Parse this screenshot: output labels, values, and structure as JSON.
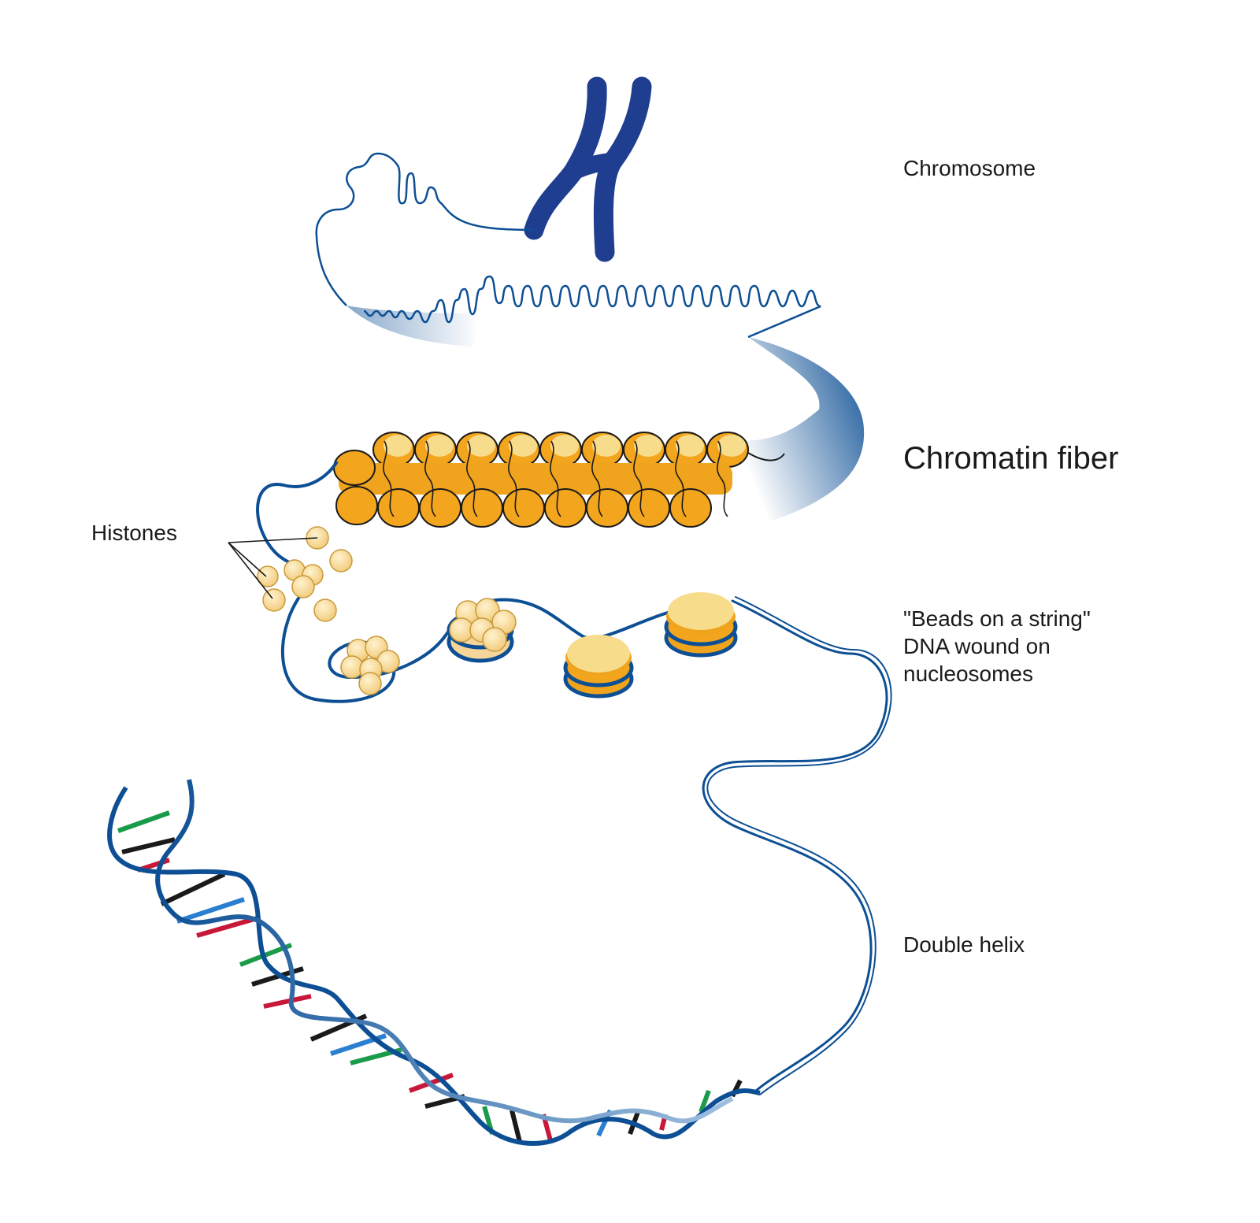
{
  "labels": {
    "chromosome": "Chromosome",
    "chromatin_fiber": "Chromatin fiber",
    "histones": "Histones",
    "beads": {
      "line1": "\"Beads on a string\"",
      "line2": "DNA wound on",
      "line3": "nucleosomes"
    },
    "double_helix": "Double helix"
  },
  "colors": {
    "dna_blue": "#0d4f94",
    "chromosome_blue": "#1f3e8f",
    "histone_gold": "#f3a51d",
    "histone_light": "#f7dc8c",
    "histone_pale": "#f6d59a",
    "base_red": "#c8183a",
    "base_green": "#1a9b4a",
    "base_black": "#1a1a1a",
    "base_blue": "#2a7fd0"
  }
}
